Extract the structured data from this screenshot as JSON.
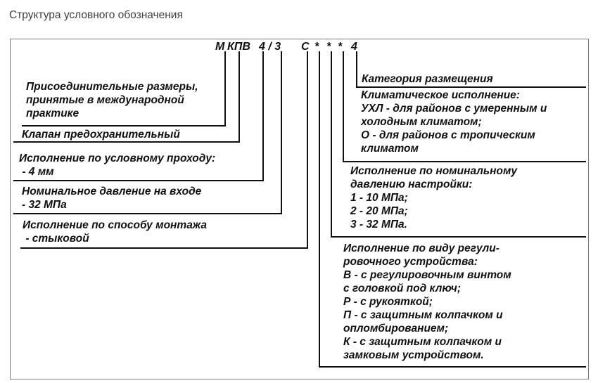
{
  "title": "Структура условного обозначения",
  "code": {
    "m": "М",
    "kpv": "КПВ",
    "bore_pressure": "4 / 3",
    "mount": "С",
    "star1": "*",
    "star2": "*",
    "star3": "*",
    "category": "4"
  },
  "labels": {
    "intl_dimensions": "Присоединительные размеры,\nпринятые в международной\nпрактике",
    "valve_type": "Клапан предохранительный",
    "bore": "Исполнение по условному проходу:\n - 4 мм",
    "inlet_pressure": "Номинальное давление на входе\n- 32 МПа",
    "mounting": "Исполнение по способу монтажа\n - стыковой",
    "placement_category": "Категория размещения",
    "climate": "Климатическое исполнение:\nУХЛ - для районов с умеренным и\nхолодным климатом;\nО - для районов с тропическим\nклиматом",
    "pressure_setting": "Исполнение по номинальному\nдавлению настройки:\n1 - 10 МПа;\n2 - 20 МПа;\n3 - 32 МПа.",
    "regulator": "Исполнение по виду регули-\nровочного устройства:\nВ - с регулировочным винтом\nс головкой под ключ;\nР - с рукояткой;\nП - с защитным колпачком и\nопломбированием;\nК - с защитным колпачком и\nзамковым устройством."
  },
  "colors": {
    "line": "#111111",
    "text": "#111111",
    "title": "#3f3f3f",
    "frame_border": "#7a7a7a",
    "background": "#ffffff"
  }
}
